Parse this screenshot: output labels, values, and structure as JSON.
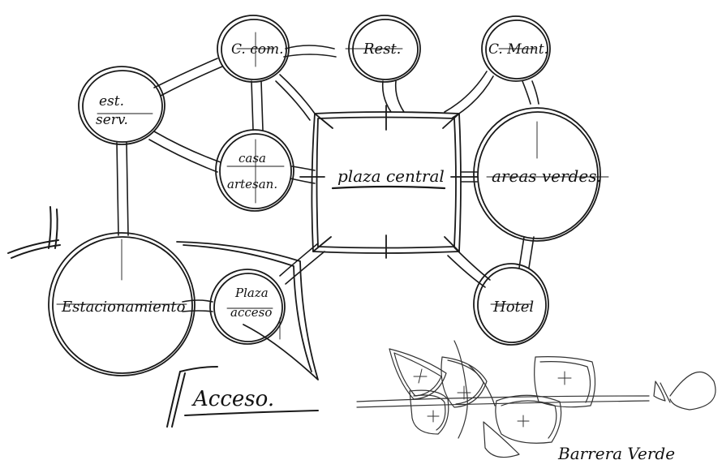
{
  "nodes": {
    "c_com": "C. com.",
    "rest": "Rest.",
    "c_mant": "C. Mant.",
    "est_serv_line1": "est.",
    "est_serv_line2": "serv.",
    "casa_artesan_line1": "casa",
    "casa_artesan_line2": "artesan.",
    "plaza_central": "plaza central",
    "areas_verdes": "areas verdes.",
    "estacionamiento": "Estacionamiento",
    "plaza_acceso_line1": "Plaza",
    "plaza_acceso_line2": "acceso",
    "hotel": "Hotel"
  },
  "annotations": {
    "acceso": "Acceso.",
    "barrera_verde": "Barrera Verde"
  }
}
